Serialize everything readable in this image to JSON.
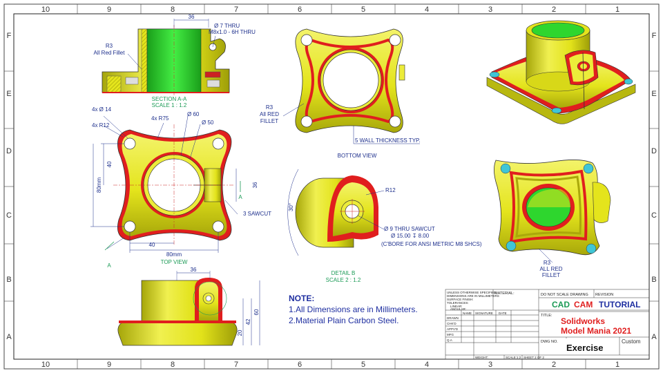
{
  "zones": {
    "top": [
      "10",
      "9",
      "8",
      "7",
      "6",
      "5",
      "4",
      "3",
      "2",
      "1"
    ],
    "bottom": [
      "10",
      "9",
      "8",
      "7",
      "6",
      "5",
      "4",
      "3",
      "2",
      "1"
    ],
    "left": [
      "F",
      "E",
      "D",
      "C",
      "B",
      "A"
    ],
    "right": [
      "F",
      "E",
      "D",
      "C",
      "B",
      "A"
    ]
  },
  "section_view": {
    "dim_top": "36",
    "hole_note_1": "Ø 7 THRU",
    "hole_note_2": "M8x1.0 - 6H THRU",
    "fillet_1": "R3",
    "fillet_2": "All Red Fillet",
    "title": "SECTION A-A",
    "scale": "SCALE 1 : 1.2"
  },
  "top_view": {
    "holes_dia": "4x Ø 14",
    "corner_radius": "4x R12",
    "arc_radius": "4x R75",
    "dia_outer": "Ø 60",
    "dia_inner": "Ø 50",
    "dim_40_vert": "40",
    "dim_80_vert": "80mm",
    "dim_36": "36",
    "sawcut": "3 SAWCUT",
    "dim_40_horiz": "40",
    "dim_80_horiz": "80mm",
    "section_mark": "A",
    "title": "TOP VIEW"
  },
  "bottom_view": {
    "fillet_1": "R3",
    "fillet_2": "All RED",
    "fillet_3": "FILLET",
    "wall": "5 WALL THICKNESS TYP.",
    "title": "BOTTOM VIEW"
  },
  "detail_view": {
    "angle": "30°",
    "radius": "R12",
    "hole_1": "Ø 9 THRU SAWCUT",
    "hole_2": "Ø 15.00 ↧ 8.00",
    "hole_3": "(C'BORE FOR ANSI METRIC M8 SHCS)",
    "title": "DETAIL B",
    "scale": "SCALE 2 : 1.2"
  },
  "front_view": {
    "dim_36": "36",
    "dim_60": "60",
    "dim_42": "42",
    "dim_20": "20"
  },
  "iso_view": {
    "fillet_1": "R3",
    "fillet_2": "ALL RED",
    "fillet_3": "FILLET"
  },
  "note": {
    "heading": "NOTE:",
    "line1": "1.All Dimensions are in Millimeters.",
    "line2": "2.Material Plain Carbon Steel."
  },
  "title_block": {
    "unless_1": "UNLESS OTHERWISE SPECIFIED:",
    "unless_2": "DIMENSIONS ARE IN MILLIMETERS",
    "unless_3": "SURFACE FINISH:",
    "unless_4": "TOLERANCES:",
    "unless_5": "LINEAR:",
    "unless_6": "ANGULAR:",
    "material_label": "MATERIAL:",
    "do_not_scale": "DO NOT SCALE DRAWING",
    "revision": "REVISION",
    "brand_cad": "CAD",
    "brand_cam": "CAM",
    "brand_tutorial": "TUTORIAL",
    "name_col": "NAME",
    "signature_col": "SIGNATURE",
    "date_col": "DATE",
    "rows": [
      "DRAWN",
      "CHK'D",
      "APPV'D",
      "MFG",
      "Q.A"
    ],
    "title_label": "TITLE:",
    "title_1": "Solidworks",
    "title_2": "Model Mania 2021",
    "dwg_label": "DWG NO.",
    "dwg_value": "Exercise",
    "custom": "Custom",
    "weight": "WEIGHT:",
    "scale": "SCALE:1:2",
    "sheet": "SHEET 2 OF 2"
  },
  "colors": {
    "yellow": "#e6e61a",
    "red": "#e01e1e",
    "green": "#2ed62e",
    "cyan": "#3fc6d6",
    "dim_blue": "#1d2f8c",
    "label_green": "#1a9a55",
    "note_blue": "#1e2ea0"
  }
}
